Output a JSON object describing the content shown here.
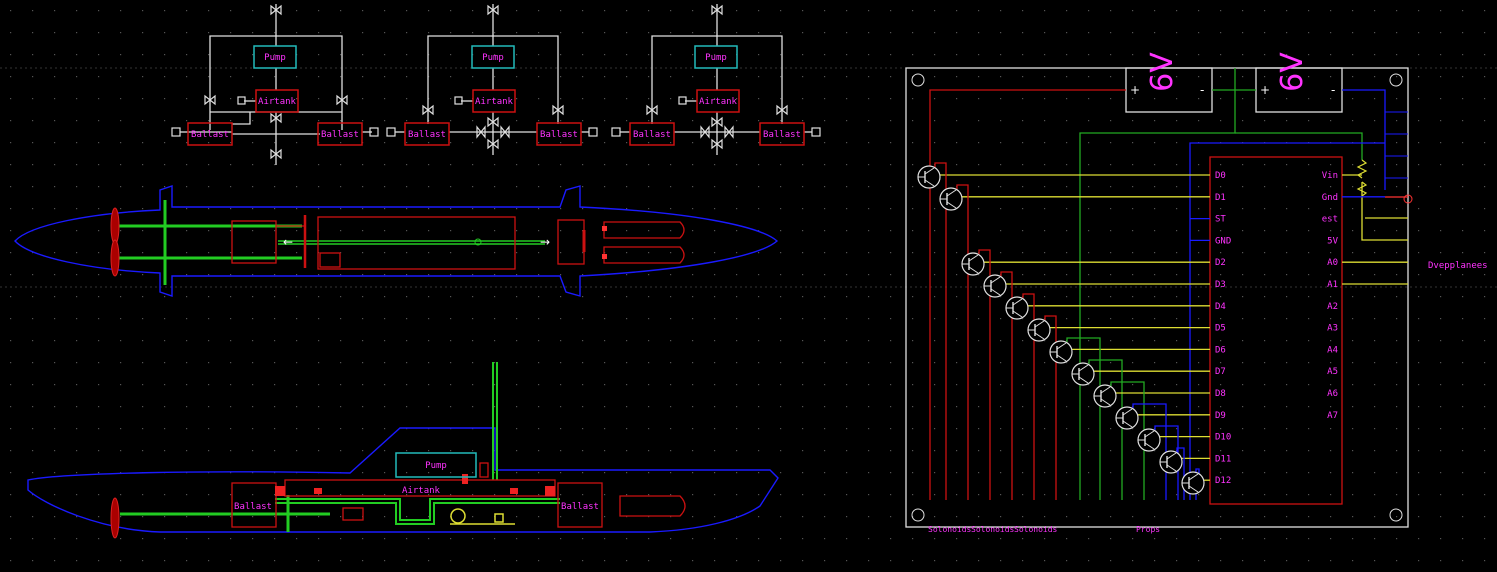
{
  "colors": {
    "background": "#000000",
    "grid": "#4a4a4a",
    "label": "#ff33ff",
    "part_outline": "#cc1111",
    "hull": "#1a1aff",
    "pipe": "#22cc22",
    "signal": "#dddd33",
    "power": "#22aa22",
    "wire": "#e0e0e0",
    "pump_box": "#22bbbb"
  },
  "ballast_schematics": [
    {
      "pump": "Pump",
      "airtank": "Airtank",
      "ballast_left": "Ballast",
      "ballast_right": "Ballast"
    },
    {
      "pump": "Pump",
      "airtank": "Airtank",
      "ballast_left": "Ballast",
      "ballast_right": "Ballast"
    },
    {
      "pump": "Pump",
      "airtank": "Airtank",
      "ballast_left": "Ballast",
      "ballast_right": "Ballast"
    }
  ],
  "side_view": {
    "pump": "Pump",
    "airtank": "Airtank",
    "ballast_left": "Ballast",
    "ballast_right": "Ballast"
  },
  "circuit": {
    "battery_left": {
      "plus": "+",
      "value": "6V",
      "minus": "-"
    },
    "battery_right": {
      "plus": "+",
      "value": "6V",
      "minus": "-"
    },
    "left_pins": [
      "D0",
      "D1",
      "ST",
      "GND",
      "D2",
      "D3",
      "D4",
      "D5",
      "D6",
      "D7",
      "D8",
      "D9",
      "D10",
      "D11",
      "D12"
    ],
    "right_pins": [
      "Vin",
      "Gnd",
      "est",
      "5V",
      "A0",
      "A1",
      "A2",
      "A3",
      "A4",
      "A5",
      "A6",
      "A7"
    ],
    "diveplanes_label": "Dvepplanees",
    "bottom_labels": [
      "Solonoids",
      "Solonoids",
      "Solonoids",
      "Props"
    ]
  }
}
